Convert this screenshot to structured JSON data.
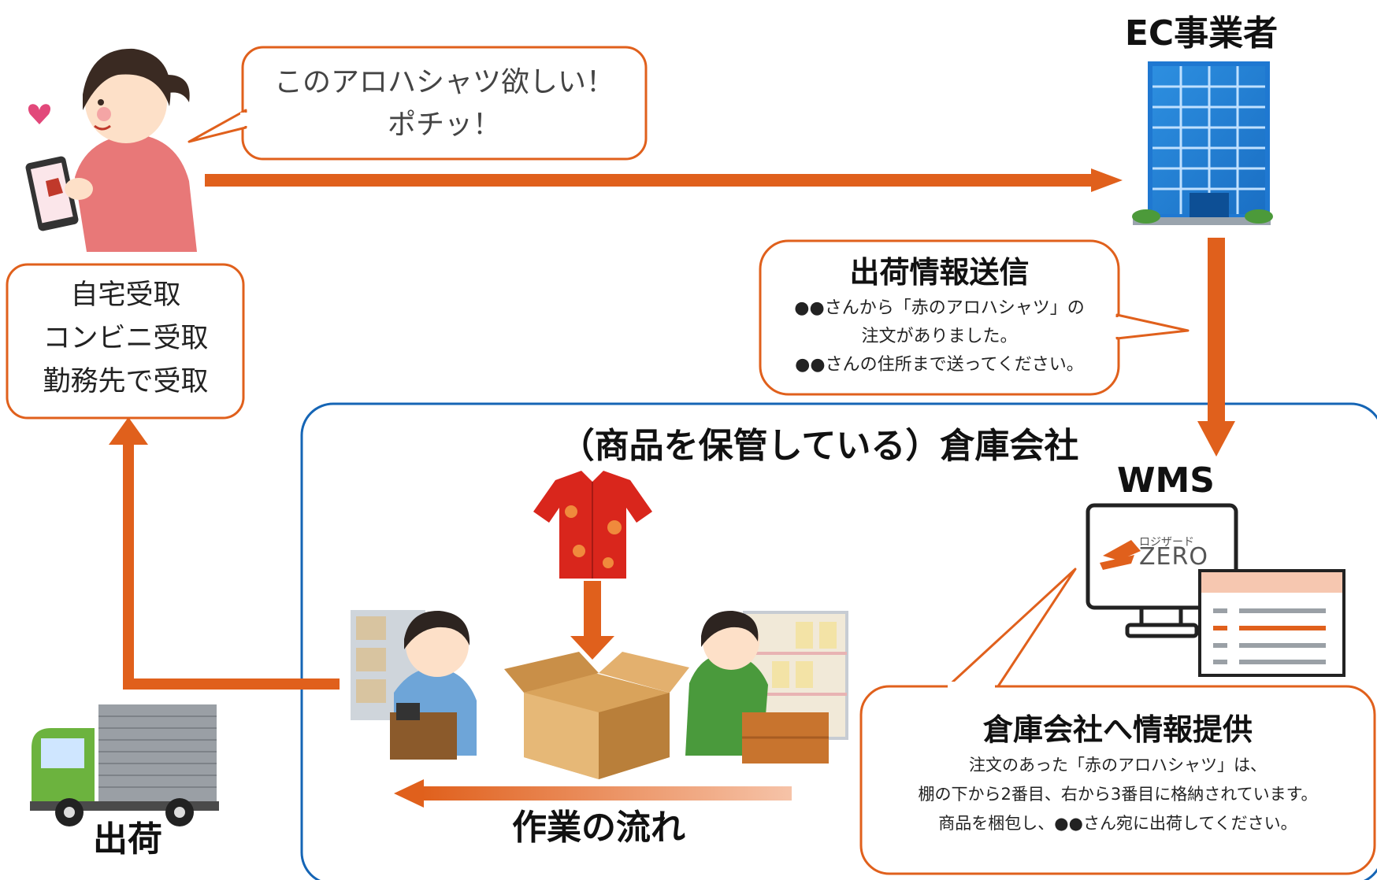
{
  "customer": {
    "speech_line1": "このアロハシャツ欲しい！",
    "speech_line2": "ポチッ！"
  },
  "ec": {
    "title": "EC事業者"
  },
  "shipping_info": {
    "title": "出荷情報送信",
    "line1": "●●さんから「赤のアロハシャツ」の",
    "line2": "注文がありました。",
    "line3": "●●さんの住所まで送ってください。"
  },
  "receive_options": [
    "自宅受取",
    "コンビニ受取",
    "勤務先で受取"
  ],
  "warehouse": {
    "title": "（商品を保管している）倉庫会社",
    "flow_label": "作業の流れ"
  },
  "wms": {
    "title": "WMS",
    "logo_small": "ロジザード",
    "logo_big": "ZERO"
  },
  "warehouse_info": {
    "title": "倉庫会社へ情報提供",
    "line1": "注文のあった「赤のアロハシャツ」は、",
    "line2": "棚の下から2番目、右から3番目に格納されています。",
    "line3": "商品を梱包し、●●さん宛に出荷してください。"
  },
  "shipment": {
    "label": "出荷"
  },
  "colors": {
    "accent": "#e0601c",
    "frame": "#1565b5"
  }
}
